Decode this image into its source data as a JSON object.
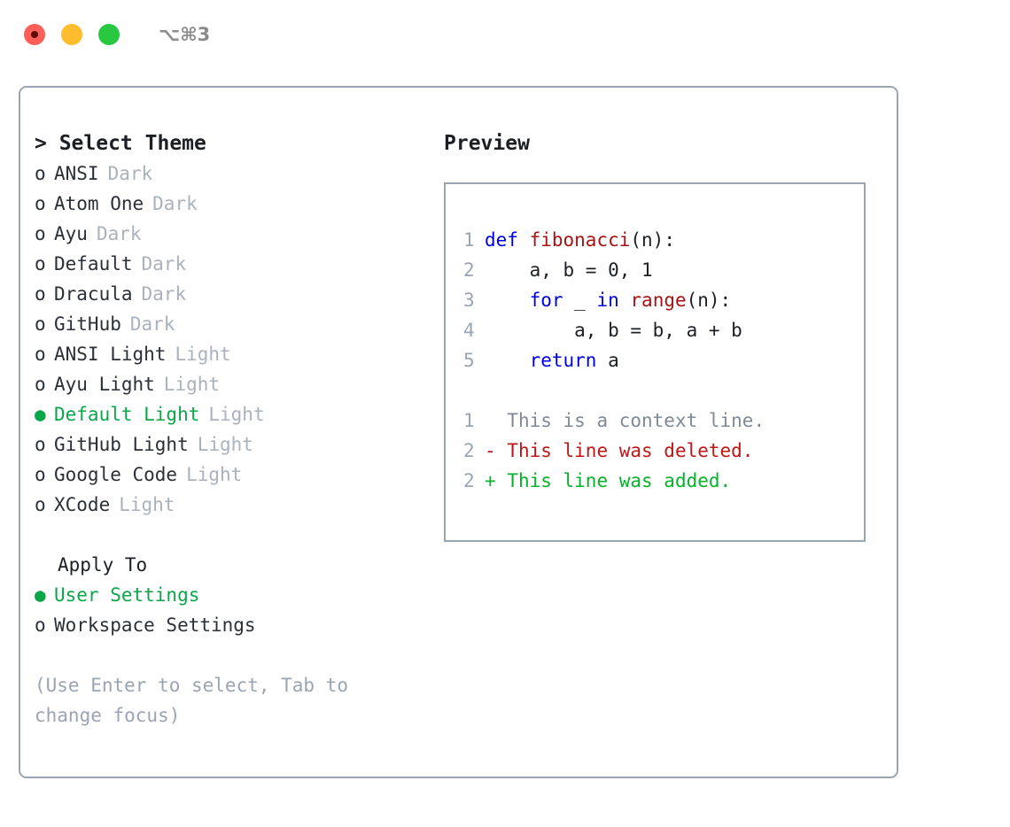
{
  "window": {
    "shortcut": "⌥⌘3",
    "traffic_lights": [
      {
        "name": "close",
        "color": "#fe5f57"
      },
      {
        "name": "minimize",
        "color": "#febc2e"
      },
      {
        "name": "maximize",
        "color": "#28c840"
      }
    ]
  },
  "theme_panel": {
    "heading": "> Select Theme",
    "bullet_off": "o",
    "bullet_on": "●",
    "options": [
      {
        "bullet": "o",
        "label": "ANSI",
        "tag": "Dark",
        "selected": false
      },
      {
        "bullet": "o",
        "label": "Atom One",
        "tag": "Dark",
        "selected": false
      },
      {
        "bullet": "o",
        "label": "Ayu",
        "tag": "Dark",
        "selected": false
      },
      {
        "bullet": "o",
        "label": "Default",
        "tag": "Dark",
        "selected": false
      },
      {
        "bullet": "o",
        "label": "Dracula",
        "tag": "Dark",
        "selected": false
      },
      {
        "bullet": "o",
        "label": "GitHub",
        "tag": "Dark",
        "selected": false
      },
      {
        "bullet": "o",
        "label": "ANSI Light",
        "tag": "Light",
        "selected": false
      },
      {
        "bullet": "o",
        "label": "Ayu Light",
        "tag": "Light",
        "selected": false
      },
      {
        "bullet": "●",
        "label": "Default Light",
        "tag": "Light",
        "selected": true
      },
      {
        "bullet": "o",
        "label": "GitHub Light",
        "tag": "Light",
        "selected": false
      },
      {
        "bullet": "o",
        "label": "Google Code",
        "tag": "Light",
        "selected": false
      },
      {
        "bullet": "o",
        "label": "XCode",
        "tag": "Light",
        "selected": false
      }
    ]
  },
  "apply_to": {
    "heading": "Apply To",
    "options": [
      {
        "bullet": "●",
        "label": "User Settings",
        "selected": true
      },
      {
        "bullet": "o",
        "label": "Workspace Settings",
        "selected": false
      }
    ]
  },
  "hint": "(Use Enter to select, Tab to change focus)",
  "preview": {
    "title": "Preview",
    "code_lines": [
      {
        "no": "1",
        "tokens": [
          {
            "t": "def",
            "c": "kw"
          },
          {
            "t": " ",
            "c": "code-text"
          },
          {
            "t": "fibonacci",
            "c": "fn"
          },
          {
            "t": "(n):",
            "c": "code-text"
          }
        ]
      },
      {
        "no": "2",
        "tokens": [
          {
            "t": "    a, b = 0, 1",
            "c": "code-text"
          }
        ]
      },
      {
        "no": "3",
        "tokens": [
          {
            "t": "    ",
            "c": "code-text"
          },
          {
            "t": "for",
            "c": "kw"
          },
          {
            "t": " _ ",
            "c": "code-text"
          },
          {
            "t": "in",
            "c": "kw"
          },
          {
            "t": " ",
            "c": "code-text"
          },
          {
            "t": "range",
            "c": "fn"
          },
          {
            "t": "(n):",
            "c": "code-text"
          }
        ]
      },
      {
        "no": "4",
        "tokens": [
          {
            "t": "        a, b = b, a + b",
            "c": "code-text"
          }
        ]
      },
      {
        "no": "5",
        "tokens": [
          {
            "t": "    ",
            "c": "code-text"
          },
          {
            "t": "return",
            "c": "kw"
          },
          {
            "t": " a",
            "c": "code-text"
          }
        ]
      }
    ],
    "diff_lines": [
      {
        "no": "1",
        "marker": " ",
        "text": " This is a context line.",
        "kind": "ctx"
      },
      {
        "no": "2",
        "marker": "-",
        "text": " This line was deleted.",
        "kind": "del"
      },
      {
        "no": "2",
        "marker": "+",
        "text": " This line was added.",
        "kind": "add"
      }
    ]
  },
  "colors": {
    "border": "#9aa5b4",
    "accent_green": "#0ca64a",
    "keyword_blue": "#0000e6",
    "function_red": "#a61313",
    "diff_add": "#05b32a",
    "diff_del": "#c01616",
    "muted": "#aab2bd"
  }
}
